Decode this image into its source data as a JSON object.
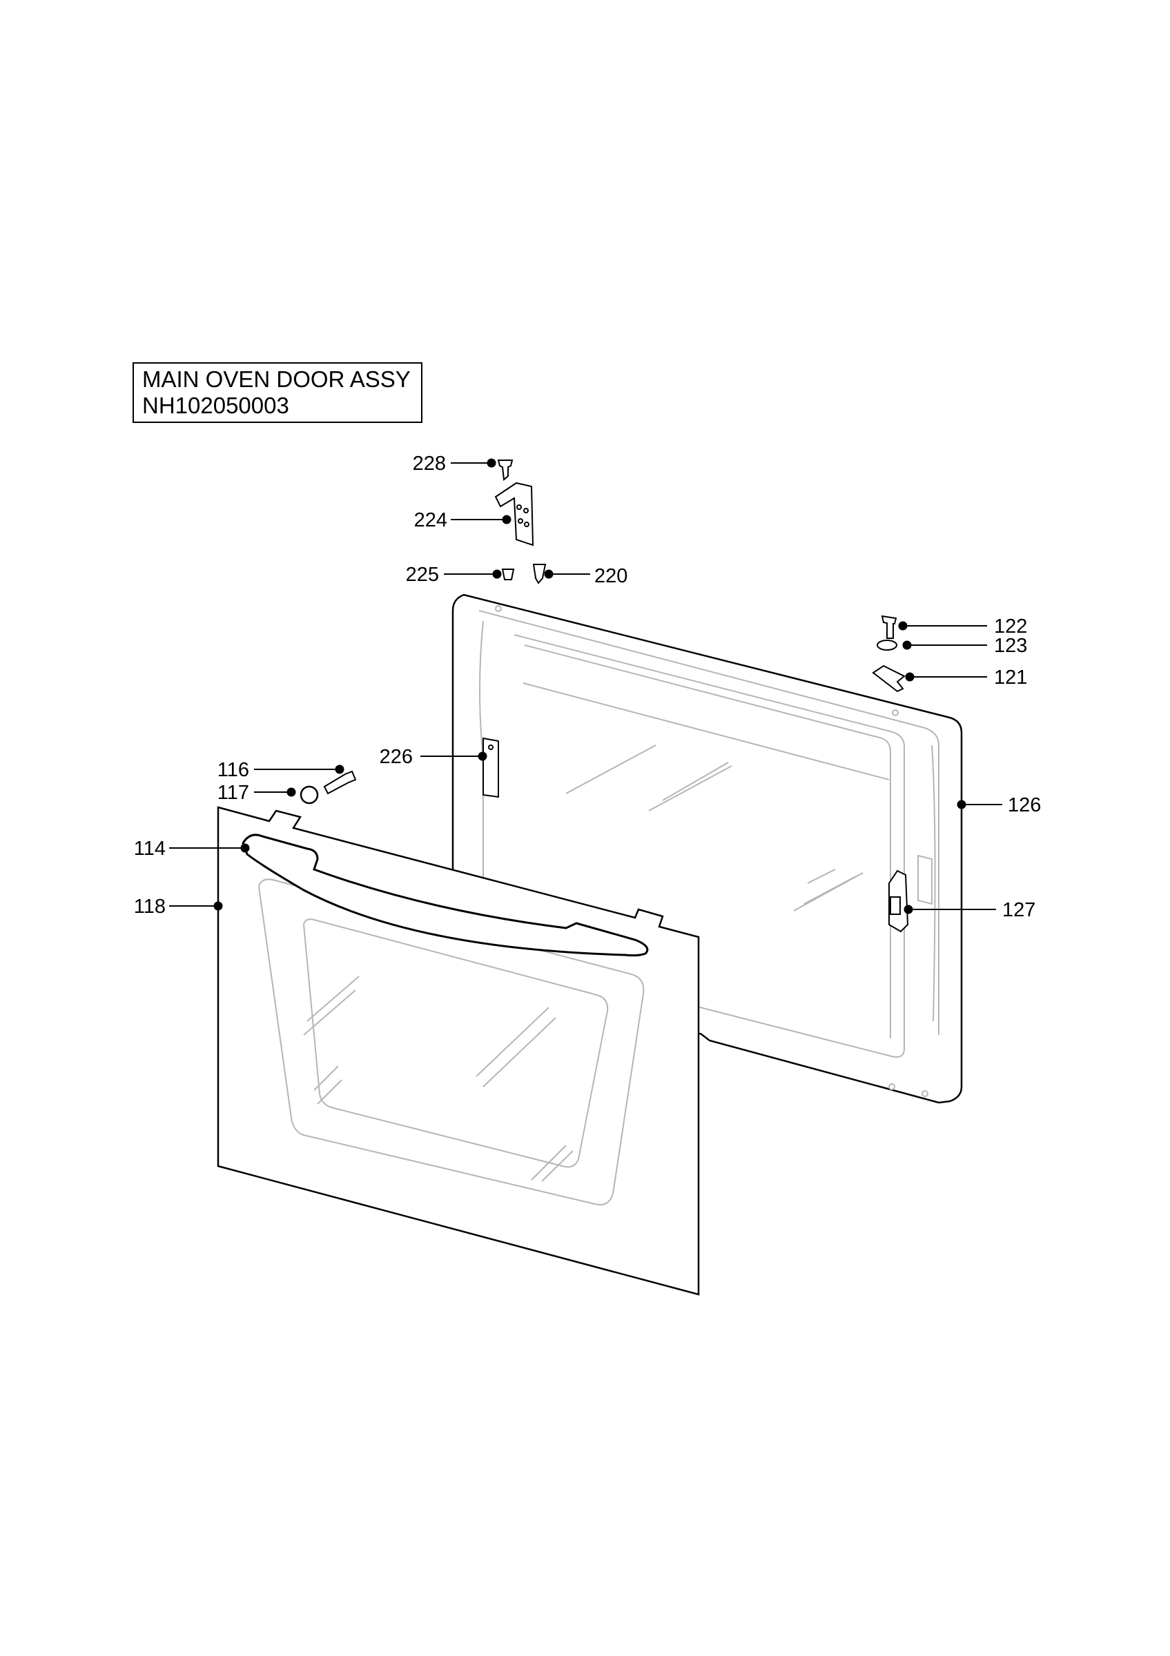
{
  "title": {
    "line1": "MAIN OVEN DOOR ASSY",
    "line2": "NH102050003"
  },
  "parts": {
    "p228": "228",
    "p224": "224",
    "p225": "225",
    "p220": "220",
    "p122": "122",
    "p123": "123",
    "p121": "121",
    "p226": "226",
    "p126": "126",
    "p116": "116",
    "p117": "117",
    "p114": "114",
    "p118": "118",
    "p127": "127"
  },
  "colors": {
    "line": "#000000",
    "glass": "#b5b5b5",
    "background": "#ffffff"
  }
}
